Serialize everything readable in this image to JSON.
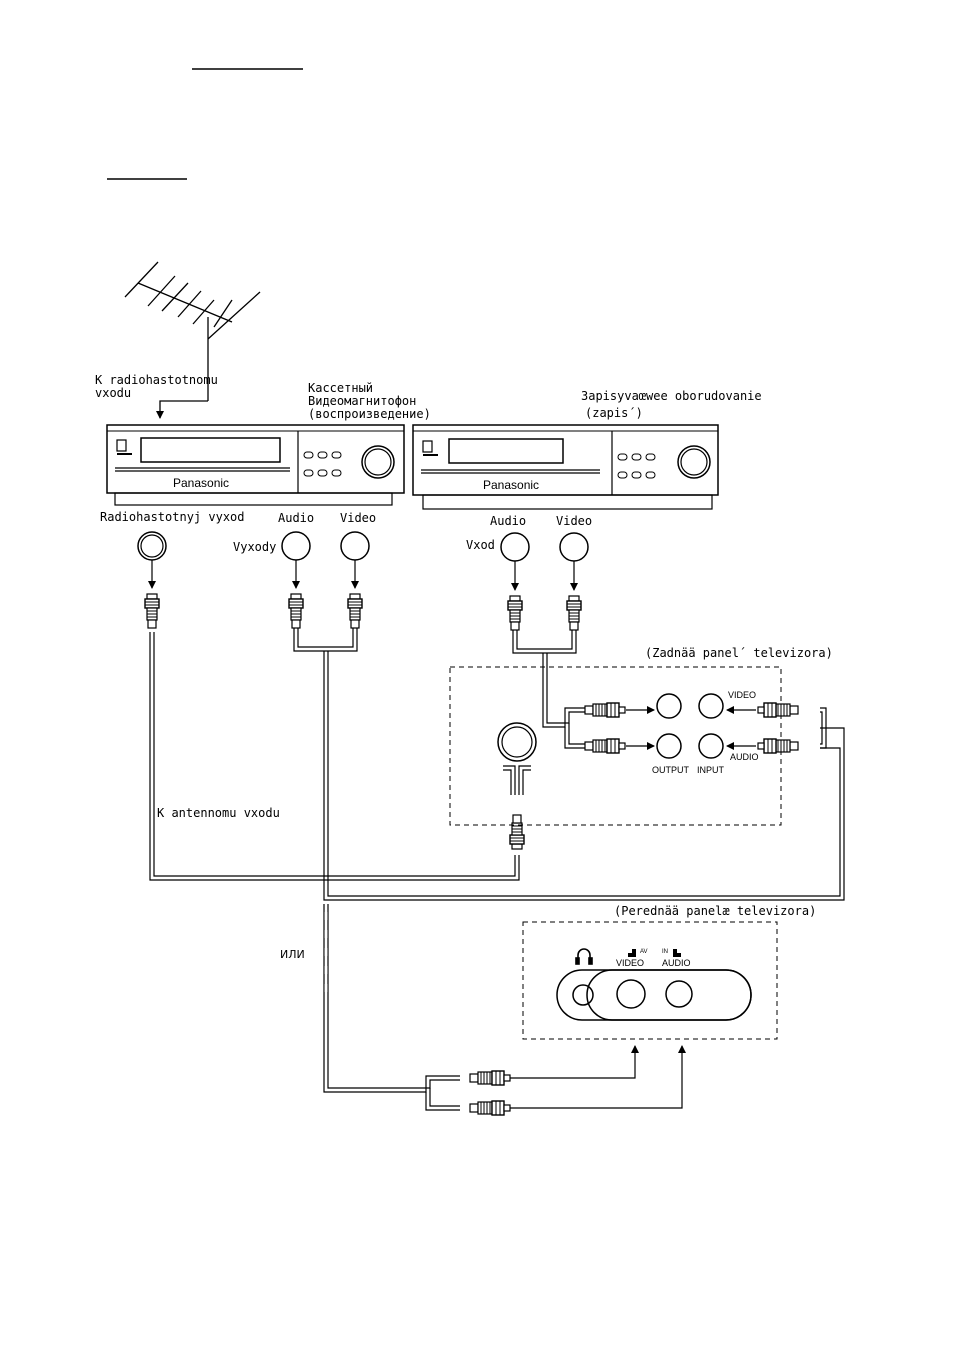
{
  "labels": {
    "antenna_input": [
      "K radiohastotnomu",
      "vxodu"
    ],
    "vcr_play": [
      "Кассетный",
      "Видеомагнитофон",
      "(воспроизведение)"
    ],
    "vcr_record": [
      "3apisyvaœwee oborudovanie",
      "(zapis´)"
    ],
    "brand": "Panasonic",
    "rf_output": "Radiohastotnyj vyxod",
    "audio": "Audio",
    "video": "Video",
    "outputs": "Vyxody",
    "input": "Vxod",
    "tv_rear": "(Zadnää panel´ televizora)",
    "tv_front": "(Perednää panelæ televizora)",
    "rear_video": "VIDEO",
    "rear_audio": "AUDIO",
    "rear_output": "OUTPUT",
    "rear_input": "INPUT",
    "to_antenna": "K antennomu vxodu",
    "or": "ИЛИ",
    "front_av": "AV",
    "front_in": "IN",
    "front_video": "VIDEO",
    "front_audio": "AUDIO"
  },
  "icons": [
    "antenna-icon",
    "headphones-icon",
    "rca-plug-icon",
    "cassette-icon"
  ]
}
